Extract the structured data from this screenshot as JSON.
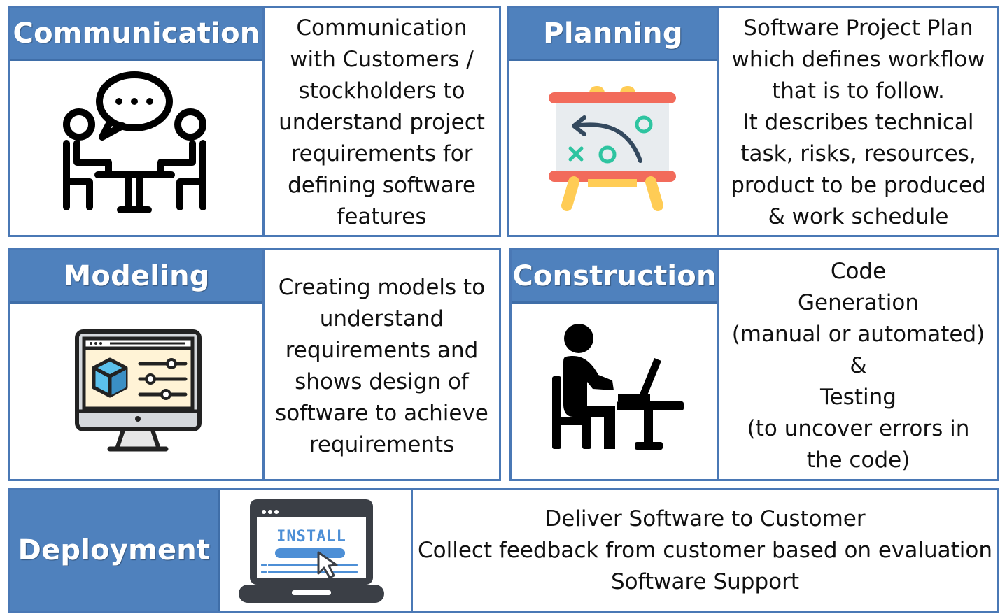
{
  "communication": {
    "title": "Communication",
    "lines": [
      "Communication",
      "with Customers /",
      "stockholders to",
      "understand project",
      "requirements for",
      "defining software",
      "features"
    ]
  },
  "planning": {
    "title": "Planning",
    "lines": [
      "Software Project Plan",
      "which defines workflow",
      "that is to follow.",
      "It describes technical",
      "task, risks, resources,",
      "product to be produced",
      "& work schedule"
    ]
  },
  "modeling": {
    "title": "Modeling",
    "lines": [
      "Creating models to",
      "understand",
      "requirements and",
      "shows design of",
      "software to achieve",
      "requirements"
    ]
  },
  "construction": {
    "title": "Construction",
    "lines": [
      "Code",
      "Generation",
      "(manual or automated)",
      "&",
      "Testing",
      "(to uncover errors in",
      "the code)"
    ]
  },
  "deployment": {
    "title": "Deployment",
    "install_label": "INSTALL",
    "lines": [
      "Deliver Software to Customer",
      "Collect feedback from customer based on evaluation",
      "Software Support"
    ]
  },
  "colors": {
    "header_fill": "#4f81bd",
    "border": "#4a78b5",
    "easel_red": "#f26b5b",
    "easel_yellow": "#ffcc55",
    "easel_board": "#e8ecef",
    "board_green": "#2ec4a0",
    "cube_blue": "#5bc0eb",
    "install_blue": "#4d8fd6"
  }
}
